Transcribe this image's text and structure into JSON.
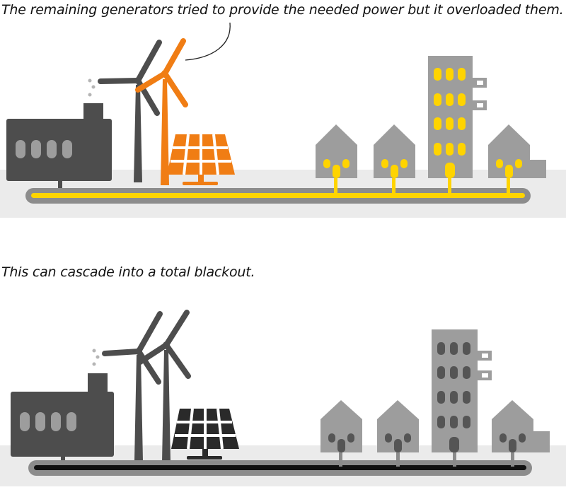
{
  "panels": [
    {
      "caption": "The remaining generators tried to provide the needed power but it overloaded them.",
      "state": "overloaded",
      "colors": {
        "factory": "#4d4d4d",
        "turbine": "#4d4d4d",
        "overloaded": "#f07d14",
        "lit_window": "#ffd400",
        "power_line": "#ffd400",
        "house": "#9d9d9d",
        "ground": "#ebebeb",
        "line_casing": "#8c8c8c"
      }
    },
    {
      "caption": "This can cascade into a total blackout.",
      "state": "blackout",
      "colors": {
        "factory": "#4d4d4d",
        "turbine": "#4d4d4d",
        "solar_panel": "#2a2a2a",
        "dark_window": "#555555",
        "power_line": "#111111",
        "house": "#9d9d9d",
        "ground": "#ebebeb",
        "line_casing": "#8c8c8c"
      }
    }
  ]
}
